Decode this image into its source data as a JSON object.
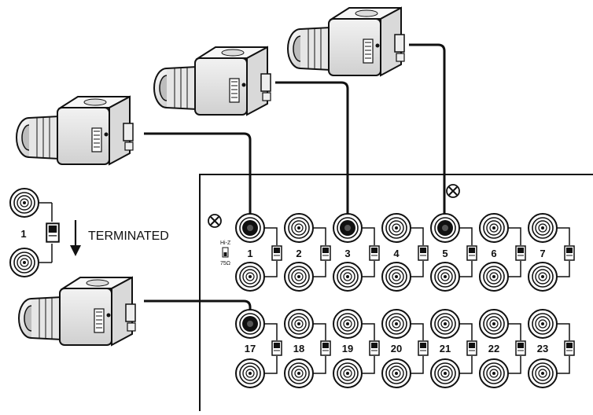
{
  "legend": {
    "example_input_label": "1",
    "arrow_label": "TERMINATED"
  },
  "panel": {
    "switch_top_label": "Hi-Z",
    "switch_bottom_label": "75Ω",
    "row1_labels": [
      "1",
      "2",
      "3",
      "4",
      "5",
      "6",
      "7"
    ],
    "row2_labels": [
      "17",
      "18",
      "19",
      "20",
      "21",
      "22",
      "23"
    ],
    "connected_inputs": [
      "1",
      "3",
      "5",
      "17"
    ]
  },
  "cameras": [
    "camera-1",
    "camera-2",
    "camera-3",
    "camera-4"
  ],
  "colors": {
    "ink": "#111111",
    "paper": "#ffffff",
    "shade": "#cfcfcf"
  }
}
